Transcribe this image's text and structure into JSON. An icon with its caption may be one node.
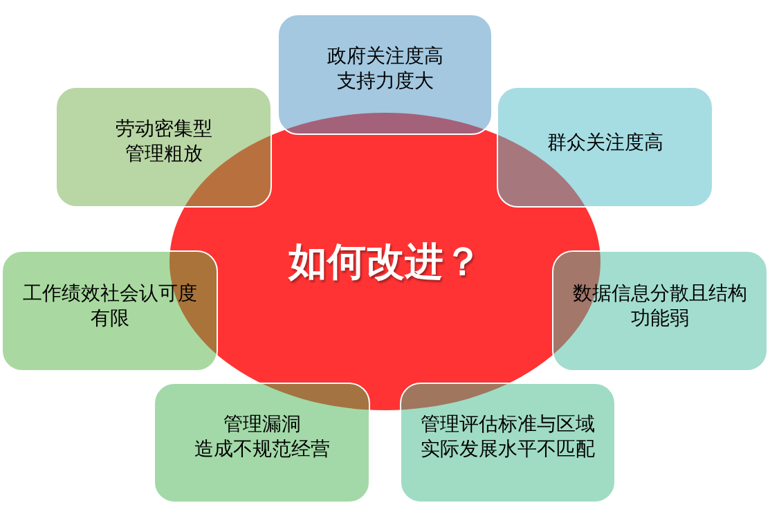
{
  "diagram": {
    "nodes": [
      {
        "text": [
          "政府关注度高支持力度大"
        ]
      },
      {
        "text": [
          "劳动密集型管理粗放"
        ]
      },
      {
        "text": [
          "群众关注度高"
        ]
      },
      {
        "text": [
          "如何改进？"
        ]
      },
      {
        "text": [
          "工作绩效社会认可度有限"
        ]
      },
      {
        "text": [
          "数据信息分散且结构功能弱"
        ]
      },
      {
        "text": [
          "管理漏洞造成不规范经营"
        ]
      },
      {
        "text": [
          "管理评估标准与区域实际发展水平不匹配"
        ]
      }
    ]
  }
}
